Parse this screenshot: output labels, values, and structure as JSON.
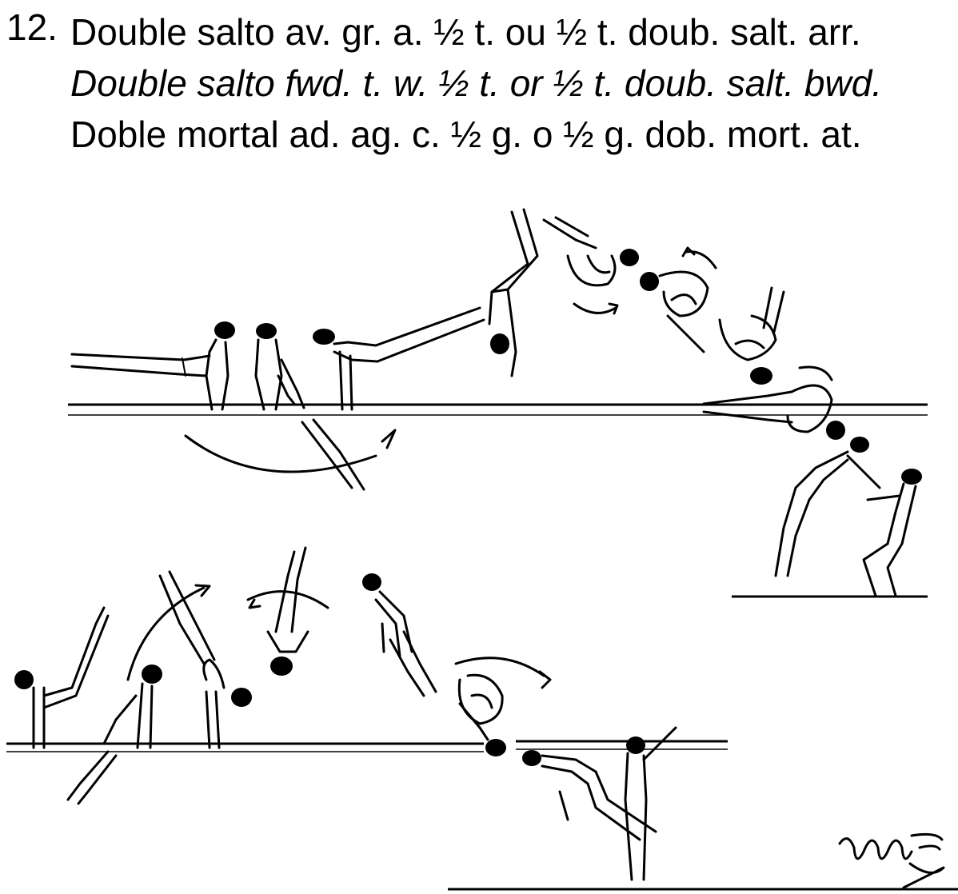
{
  "header": {
    "number": "12.",
    "line_fr": "Double salto av. gr. a. ½ t. ou ½ t. doub. salt. arr.",
    "line_en": "Double salto fwd. t. w. ½ t. or ½ t. doub. salt. bwd.",
    "line_es": "Doble mortal ad. ag. c. ½ g. o ½ g. dob. mort. at."
  },
  "signature": "nmE"
}
